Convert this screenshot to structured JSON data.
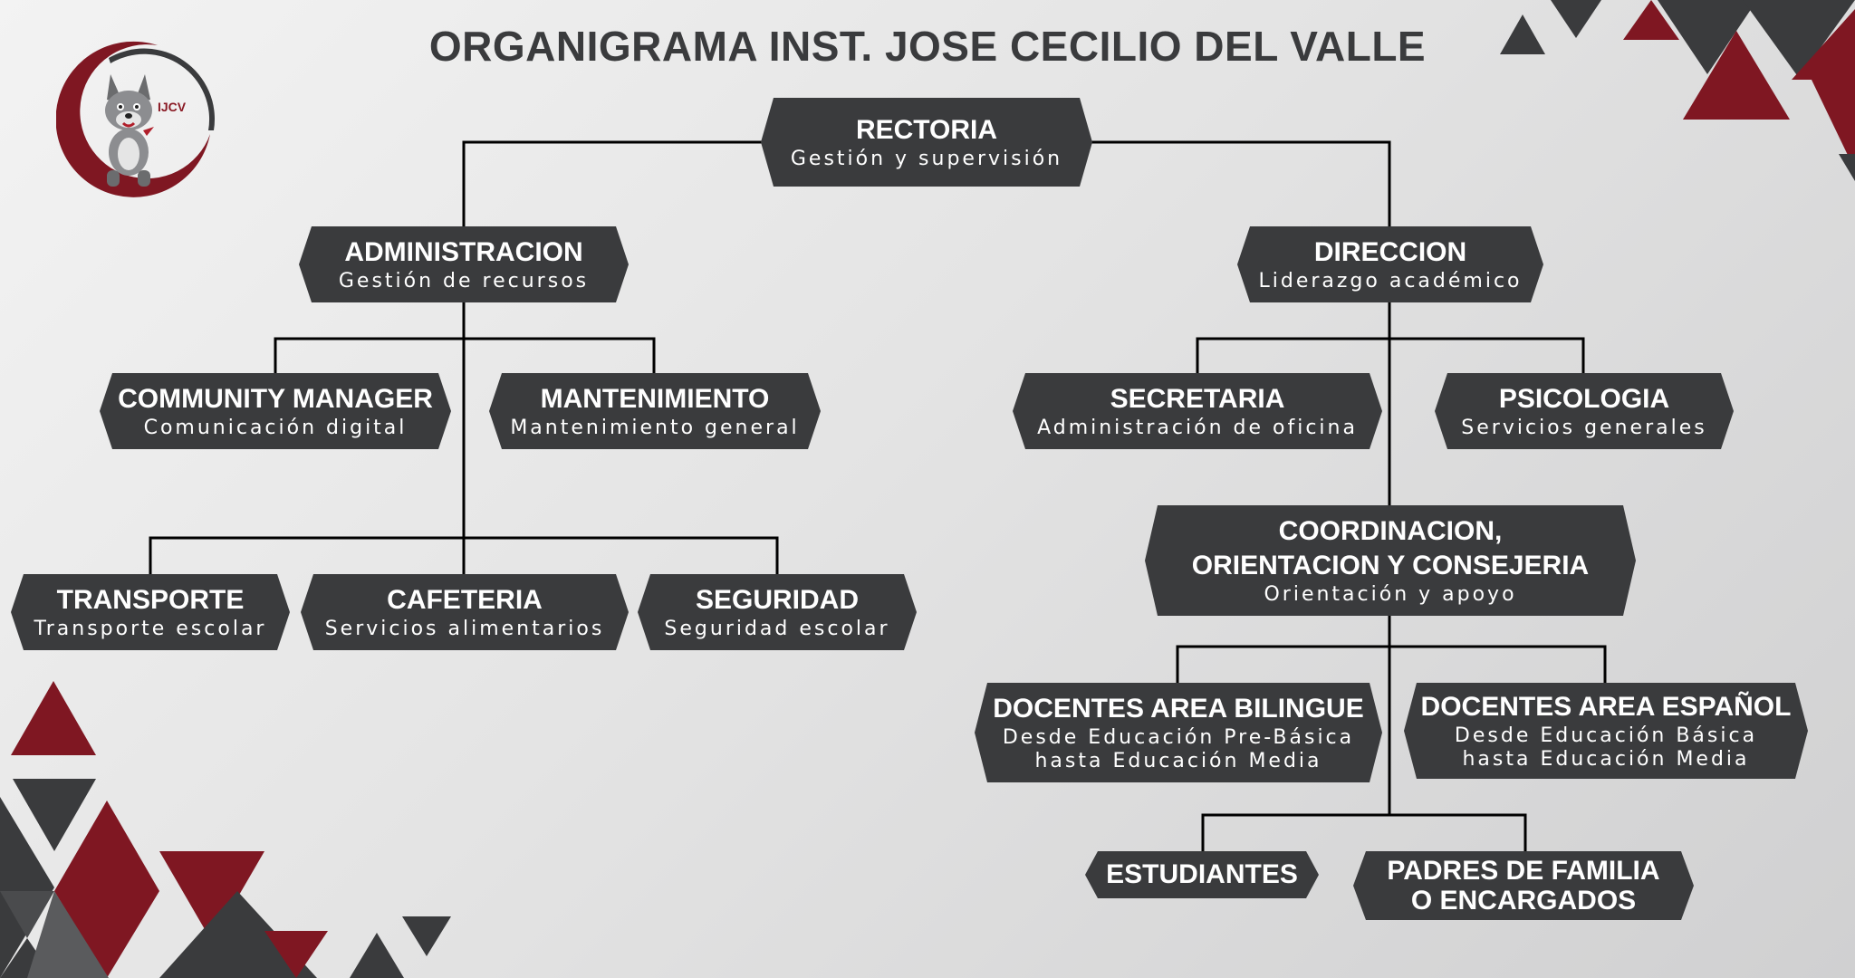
{
  "title": "ORGANIGRAMA INST. JOSE CECILIO DEL VALLE",
  "logo": {
    "text": "IJCV",
    "colors": {
      "ring_red": "#7f1722",
      "ring_dark": "#3a3b3d"
    }
  },
  "colors": {
    "node_bg": "#3a3b3d",
    "accent_red": "#7f1722",
    "line": "#000000"
  },
  "nodes": {
    "rectoria": {
      "title": "RECTORIA",
      "subtitle": "Gestión y supervisión"
    },
    "administracion": {
      "title": "ADMINISTRACION",
      "subtitle": "Gestión de recursos"
    },
    "direccion": {
      "title": "DIRECCION",
      "subtitle": "Liderazgo académico"
    },
    "community_manager": {
      "title": "COMMUNITY MANAGER",
      "subtitle": "Comunicación digital"
    },
    "mantenimiento": {
      "title": "MANTENIMIENTO",
      "subtitle": "Mantenimiento general"
    },
    "secretaria": {
      "title": "SECRETARIA",
      "subtitle": "Administración de oficina"
    },
    "psicologia": {
      "title": "PSICOLOGIA",
      "subtitle": "Servicios generales"
    },
    "transporte": {
      "title": "TRANSPORTE",
      "subtitle": "Transporte escolar"
    },
    "cafeteria": {
      "title": "CAFETERIA",
      "subtitle": "Servicios alimentarios"
    },
    "seguridad": {
      "title": "SEGURIDAD",
      "subtitle": "Seguridad escolar"
    },
    "coordinacion": {
      "title": "COORDINACION, ORIENTACION Y CONSEJERIA",
      "subtitle": "Orientación y apoyo"
    },
    "docentes_bilingue": {
      "title": "DOCENTES AREA BILINGUE",
      "subtitle": "Desde Educación Pre-Básica\nhasta Educación Media"
    },
    "docentes_espanol": {
      "title": "DOCENTES AREA ESPAÑOL",
      "subtitle": "Desde Educación Básica\nhasta Educación Media"
    },
    "estudiantes": {
      "title": "ESTUDIANTES"
    },
    "padres": {
      "title": "PADRES DE FAMILIA O ENCARGADOS"
    }
  }
}
